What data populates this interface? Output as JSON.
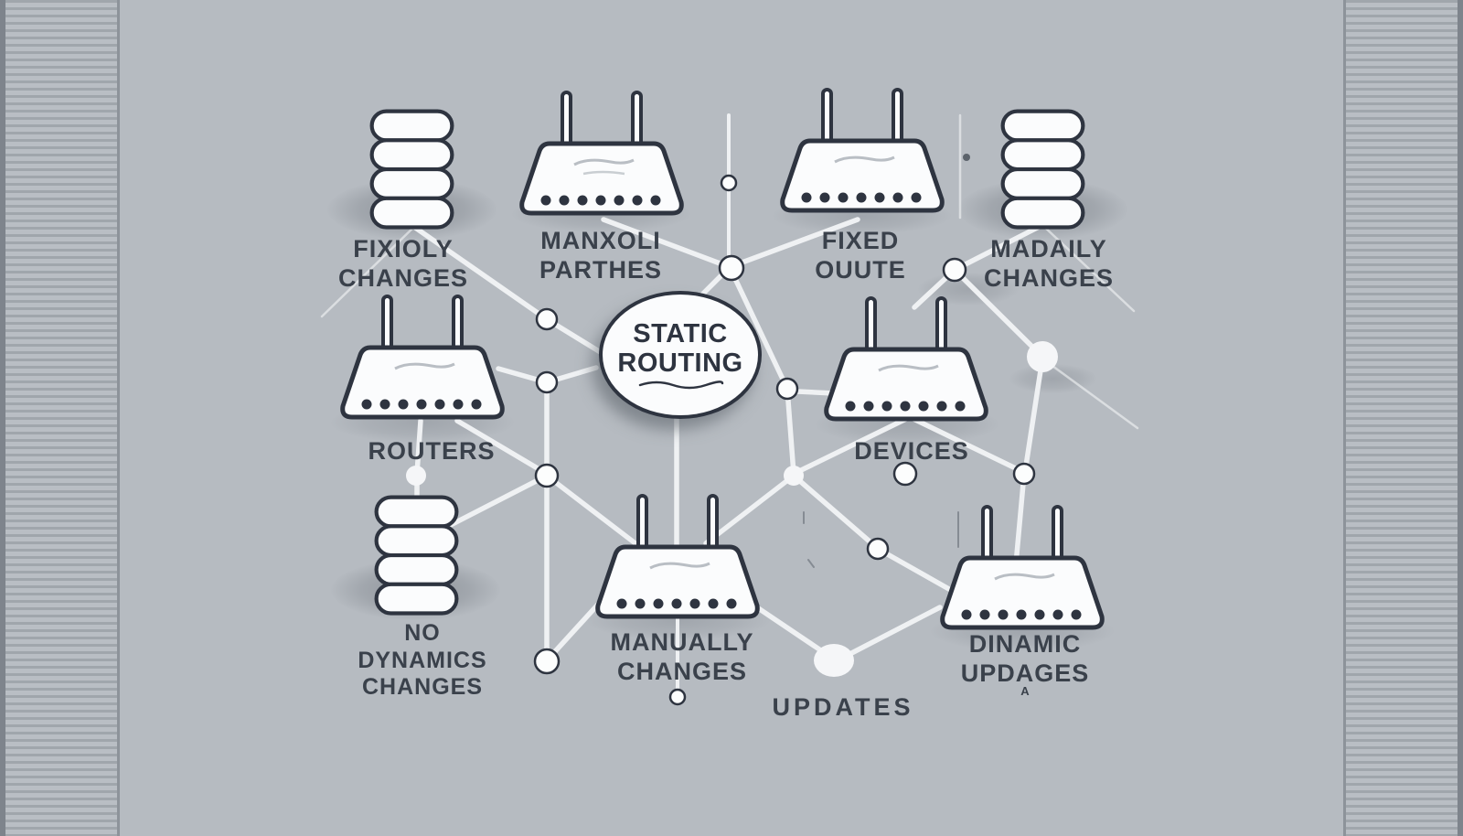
{
  "meta": {
    "title": "Static Routing — Network Diagram"
  },
  "palette": {
    "background": "#b6bbc1",
    "stripe_dark": "#9aa0a7",
    "line_white": "#eff1f3",
    "outline": "#2e3440",
    "text": "#3a414b",
    "icon_fill": "#fbfcfd"
  },
  "center": {
    "text": "STATIC\nROUTING"
  },
  "labels": [
    {
      "name": "label-fixioly-changes",
      "text": "FIXIOLY\nCHANGES"
    },
    {
      "name": "label-manxoli-parthes",
      "text": "MANXOLI\nPARTHES"
    },
    {
      "name": "label-fixed-ouute",
      "text": "FIXED\nOUUTE"
    },
    {
      "name": "label-madaily-changes",
      "text": "MADAILY\nCHANGES"
    },
    {
      "name": "label-routers",
      "text": "ROUTERS"
    },
    {
      "name": "label-devices",
      "text": "DEVICES"
    },
    {
      "name": "label-no-dynamics-changes",
      "text": "NO\nDYNAMICS\nCHANGES"
    },
    {
      "name": "label-manually-changes",
      "text": "MANUALLY\nCHANGES"
    },
    {
      "name": "label-dinamic-updages",
      "text": "DINAMIC\nUPDAGES"
    },
    {
      "name": "label-updates",
      "text": "UPDATES"
    },
    {
      "name": "label-small-a",
      "text": "A"
    }
  ],
  "icons": {
    "router_icon": "wireless-router-icon",
    "database_icon": "database-stack-icon",
    "node_icon": "connection-node",
    "router_count": 6,
    "database_count": 3
  }
}
